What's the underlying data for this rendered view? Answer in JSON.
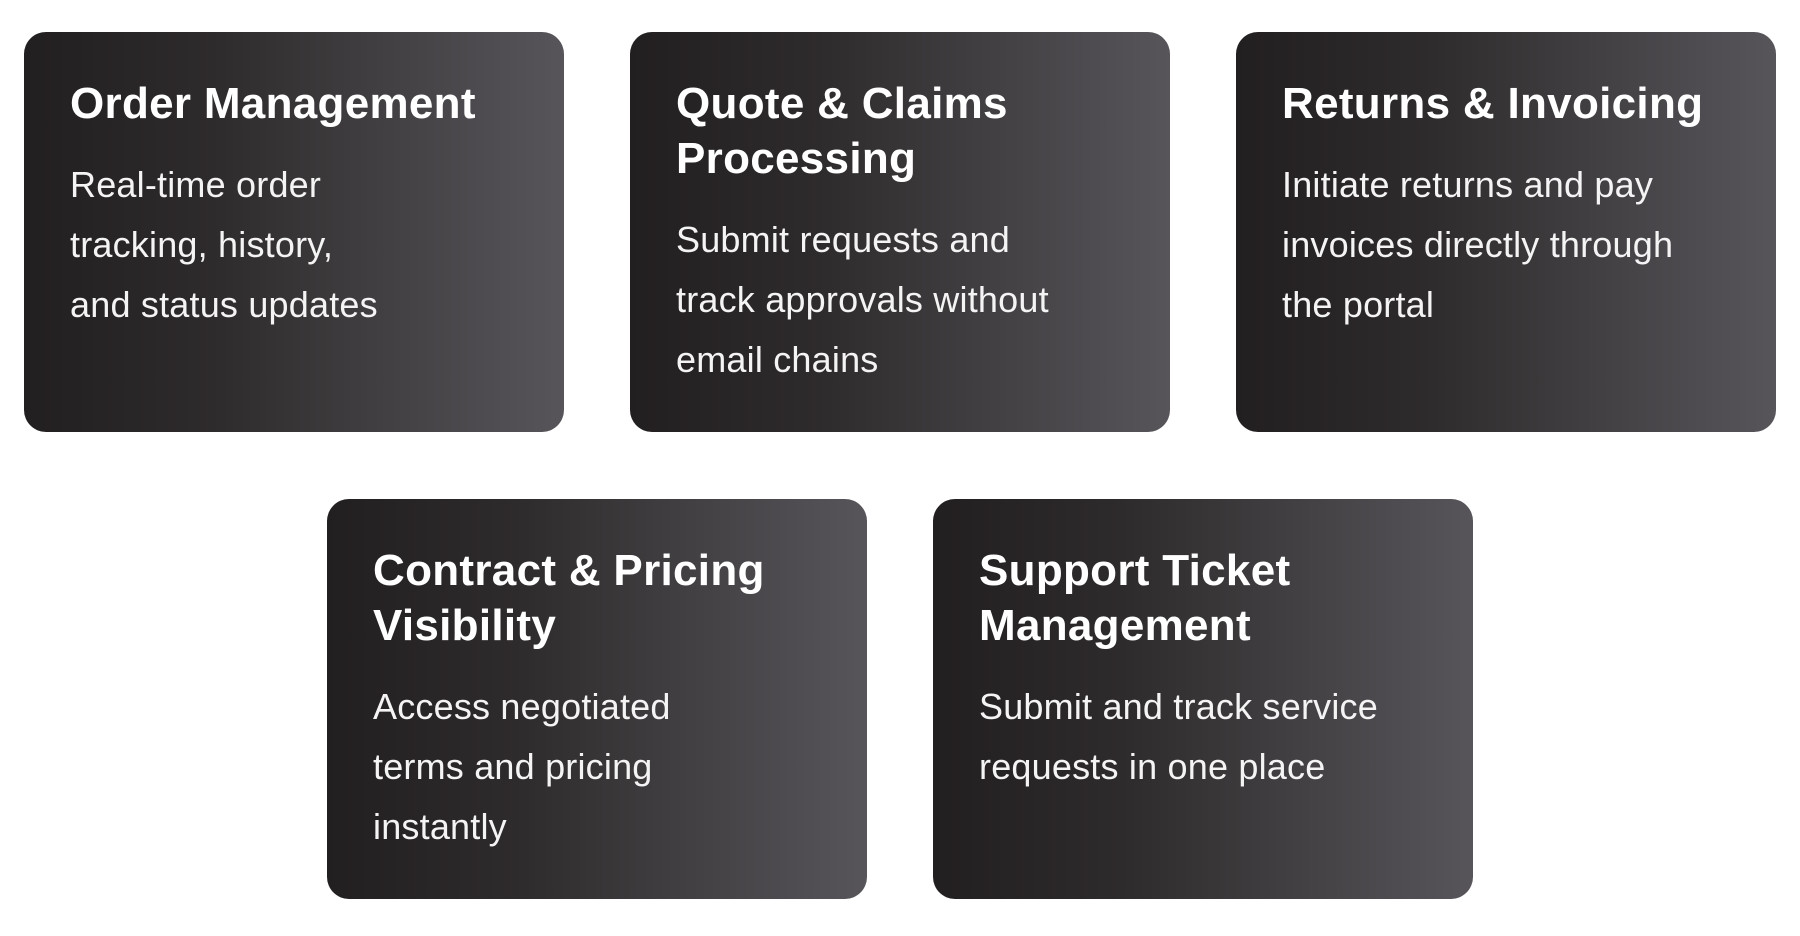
{
  "colors": {
    "page_background": "#ffffff",
    "card_gradient_start": "#221F20",
    "card_gradient_end": "#57555A",
    "title_text": "#ffffff",
    "body_text": "#F5F4F5"
  },
  "cards": [
    {
      "title": "Order Management",
      "body": "Real-time order\ntracking, history,\nand status updates"
    },
    {
      "title": "Quote & Claims\nProcessing",
      "body": "Submit requests and\ntrack approvals without\nemail chains"
    },
    {
      "title": "Returns & Invoicing",
      "body": "Initiate returns and pay\ninvoices directly through\nthe portal"
    },
    {
      "title": "Contract & Pricing\nVisibility",
      "body": "Access negotiated\nterms and pricing\ninstantly"
    },
    {
      "title": "Support Ticket\nManagement",
      "body": "Submit and track service\nrequests in one place"
    }
  ]
}
